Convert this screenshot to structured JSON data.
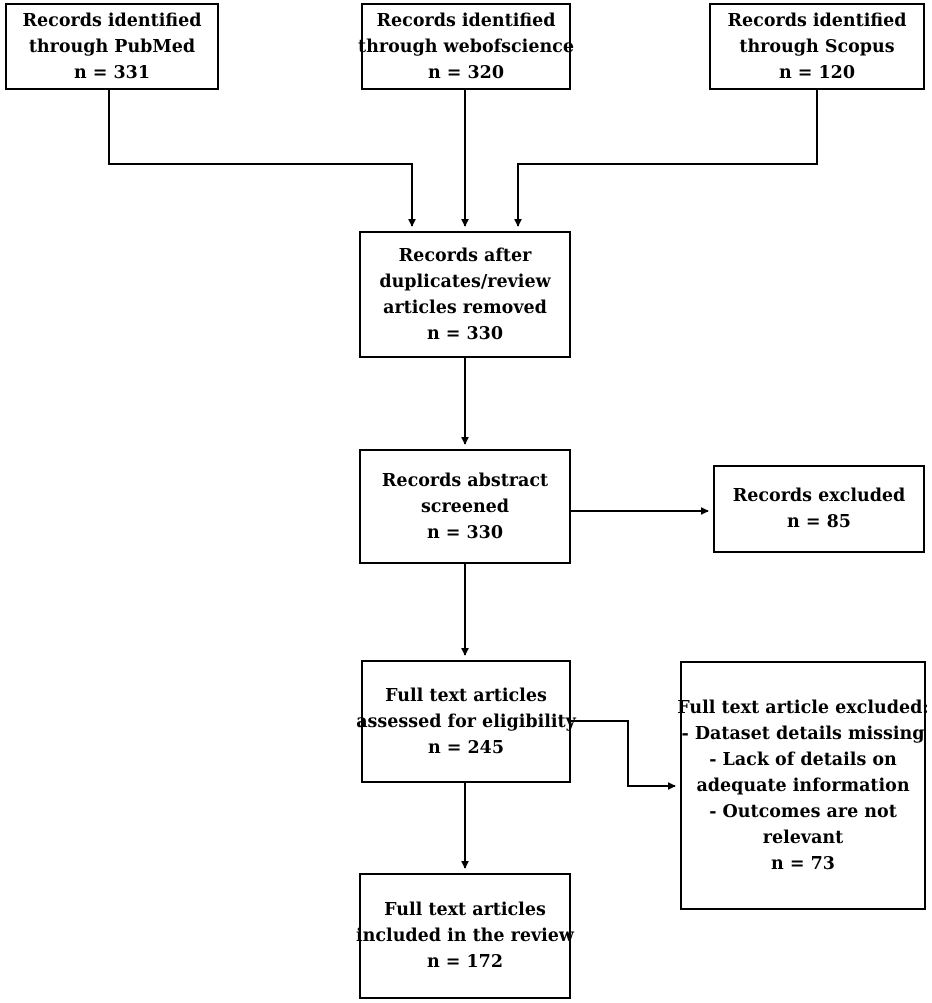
{
  "flowchart": {
    "pubmed": {
      "lines": [
        "Records identified",
        "through PubMed",
        "n = 331"
      ]
    },
    "webofscience": {
      "lines": [
        "Records identified",
        "through webofscience",
        "n = 320"
      ]
    },
    "scopus": {
      "lines": [
        "Records identified",
        "through Scopus",
        "n = 120"
      ]
    },
    "dedup": {
      "lines": [
        "Records after",
        "duplicates/review",
        "articles removed",
        "n = 330"
      ]
    },
    "screened": {
      "lines": [
        "Records abstract",
        "screened",
        "n = 330"
      ]
    },
    "excluded_abstract": {
      "lines": [
        "Records excluded",
        "n = 85"
      ]
    },
    "fulltext": {
      "lines": [
        "Full text articles",
        "assessed for eligibility",
        "n = 245"
      ]
    },
    "excluded_fulltext": {
      "lines": [
        "Full text article excluded:",
        "- Dataset details missing",
        "- Lack of details on",
        "adequate information",
        "- Outcomes are not",
        "relevant",
        "n = 73"
      ]
    },
    "included": {
      "lines": [
        "Full text articles",
        "included in the review",
        "n = 172"
      ]
    }
  },
  "colors": {
    "stroke": "#000000",
    "background": "#ffffff",
    "text": "#000000"
  }
}
